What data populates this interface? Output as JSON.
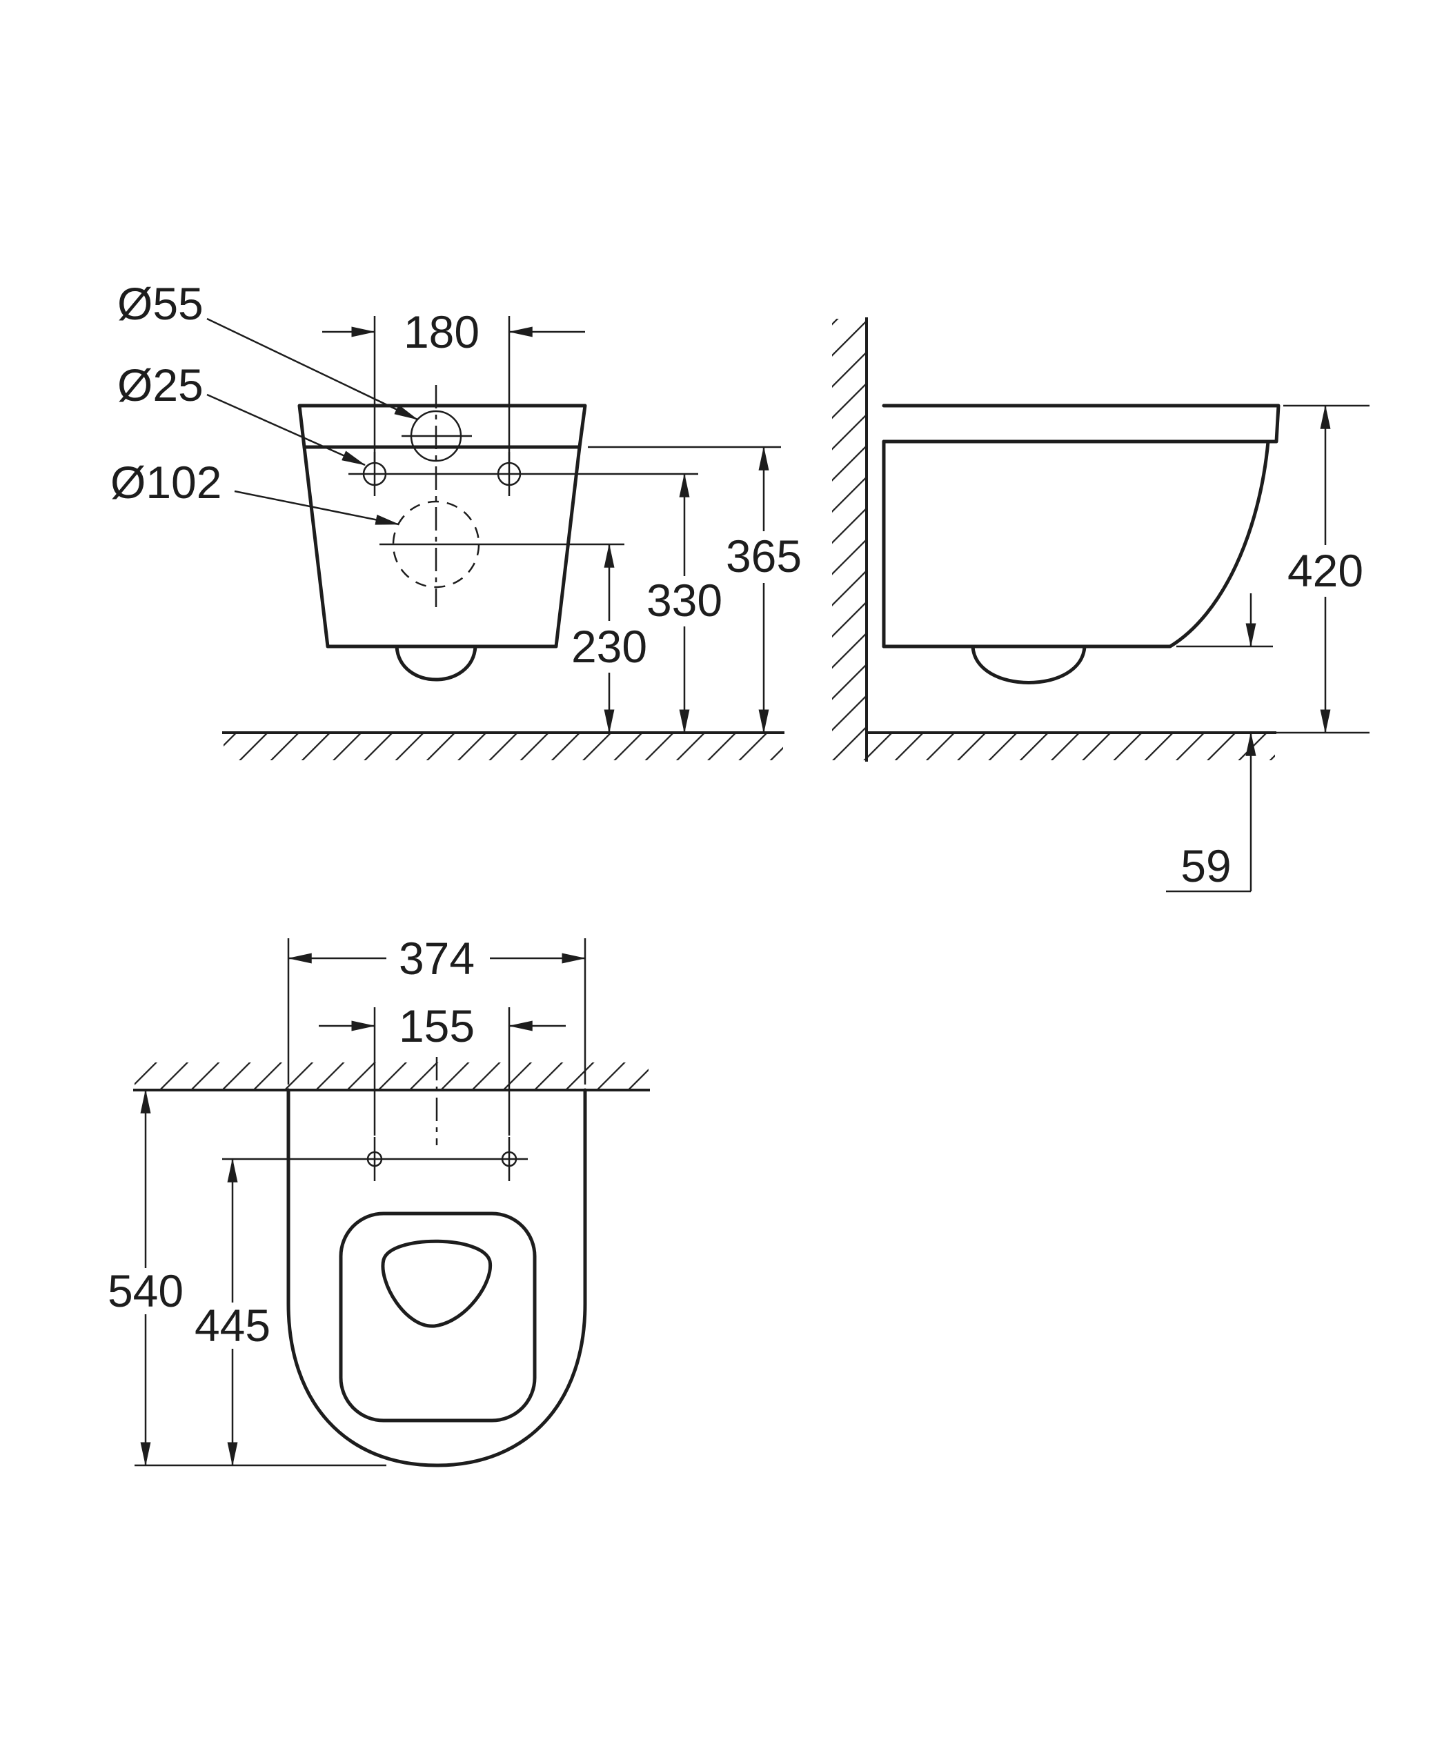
{
  "drawing": {
    "front": {
      "dia55": "Ø55",
      "dia25": "Ø25",
      "dia102": "Ø102",
      "holes_spacing": "180",
      "rim_height": "365",
      "holes_height": "330",
      "outlet_height": "230"
    },
    "side": {
      "total_height": "420",
      "bottom_gap": "59"
    },
    "plan": {
      "width": "374",
      "holes_spacing": "155",
      "depth": "540",
      "holes_depth": "445"
    },
    "colors": {
      "line": "#1d1d1d",
      "background": "#ffffff"
    }
  }
}
